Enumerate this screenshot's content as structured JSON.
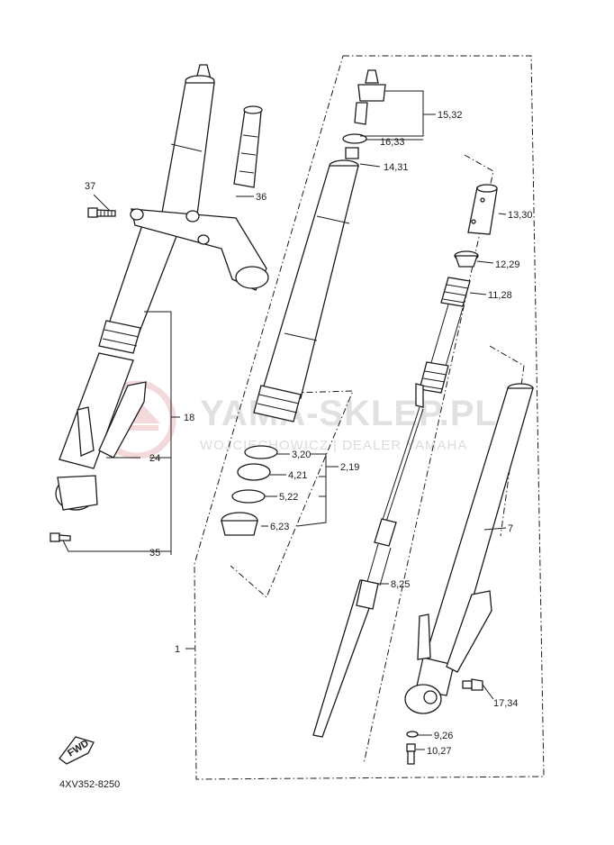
{
  "labels": {
    "p15_32": "15,32",
    "p16_33": "16,33",
    "p14_31": "14,31",
    "p13_30": "13,30",
    "p12_29": "12,29",
    "p11_28": "11,28",
    "p37": "37",
    "p36": "36",
    "p18": "18",
    "p24": "24",
    "p35": "35",
    "p3_20": "3,20",
    "p4_21": "4,21",
    "p2_19": "2,19",
    "p5_22": "5,22",
    "p6_23": "6,23",
    "p7": "7",
    "p8_25": "8,25",
    "p1": "1",
    "p17_34": "17,34",
    "p9_26": "9,26",
    "p10_27": "10,27"
  },
  "fwd_badge": "FWD",
  "diagram_code": "4XV352-8250",
  "watermark": {
    "main": "YAMA-SKLEP.PL",
    "sub": "WOJCIECHOWICZ | DEALER YAMAHA",
    "color": "#e8b4b4"
  },
  "colors": {
    "line": "#1a1a1a",
    "watermark_text": "#c9c9c9",
    "watermark_logo": "#e8b4b4"
  }
}
